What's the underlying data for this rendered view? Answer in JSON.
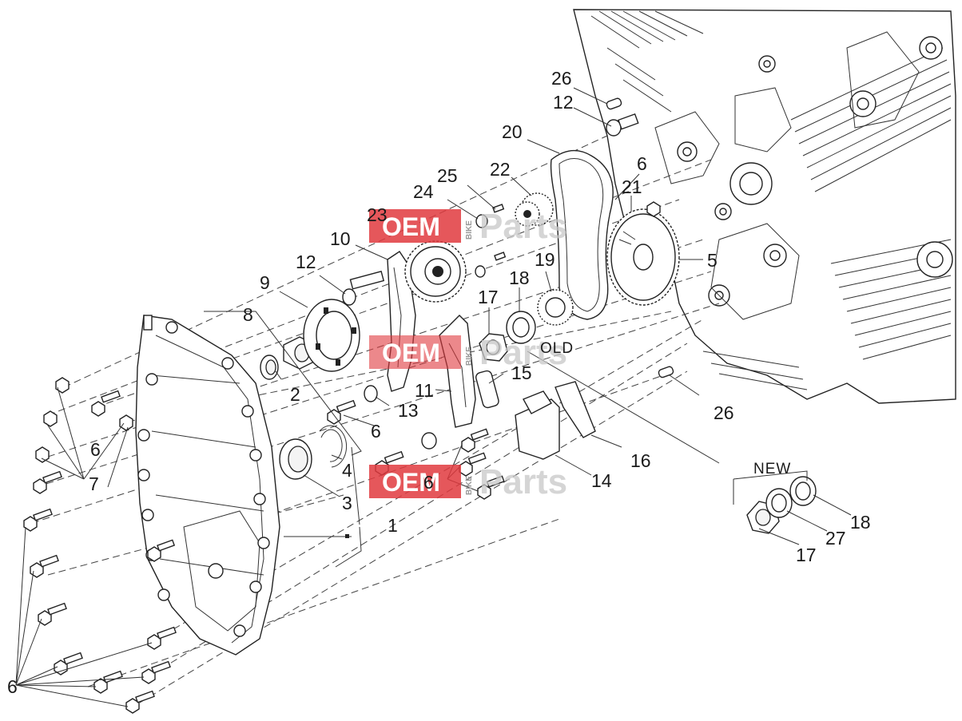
{
  "diagram": {
    "callouts": [
      {
        "id": "c26a",
        "label": "26"
      },
      {
        "id": "c12a",
        "label": "12"
      },
      {
        "id": "c20",
        "label": "20"
      },
      {
        "id": "c22",
        "label": "22"
      },
      {
        "id": "c25",
        "label": "25"
      },
      {
        "id": "c24",
        "label": "24"
      },
      {
        "id": "c23",
        "label": "23"
      },
      {
        "id": "c6a",
        "label": "6"
      },
      {
        "id": "c21",
        "label": "21"
      },
      {
        "id": "c10",
        "label": "10"
      },
      {
        "id": "c12b",
        "label": "12"
      },
      {
        "id": "c9",
        "label": "9"
      },
      {
        "id": "c5",
        "label": "5"
      },
      {
        "id": "c19",
        "label": "19"
      },
      {
        "id": "c18a",
        "label": "18"
      },
      {
        "id": "c17a",
        "label": "17"
      },
      {
        "id": "c8",
        "label": "8"
      },
      {
        "id": "c15",
        "label": "15"
      },
      {
        "id": "c2",
        "label": "2"
      },
      {
        "id": "c11",
        "label": "11"
      },
      {
        "id": "c13",
        "label": "13"
      },
      {
        "id": "c26b",
        "label": "26"
      },
      {
        "id": "c6b",
        "label": "6"
      },
      {
        "id": "c6c",
        "label": "6"
      },
      {
        "id": "c4",
        "label": "4"
      },
      {
        "id": "c16",
        "label": "16"
      },
      {
        "id": "c7",
        "label": "7"
      },
      {
        "id": "c6d",
        "label": "6"
      },
      {
        "id": "c14",
        "label": "14"
      },
      {
        "id": "c3",
        "label": "3"
      },
      {
        "id": "c18b",
        "label": "18"
      },
      {
        "id": "c1",
        "label": "1"
      },
      {
        "id": "c27",
        "label": "27"
      },
      {
        "id": "c17b",
        "label": "17"
      },
      {
        "id": "c6e",
        "label": "6"
      }
    ],
    "labels": {
      "old": "OLD",
      "new": "NEW"
    }
  },
  "watermark": {
    "oem": "OEM",
    "bike": "BIKE",
    "parts": "Parts",
    "colors": {
      "red": "#e0393e",
      "grey": "#c8c8c8"
    }
  }
}
